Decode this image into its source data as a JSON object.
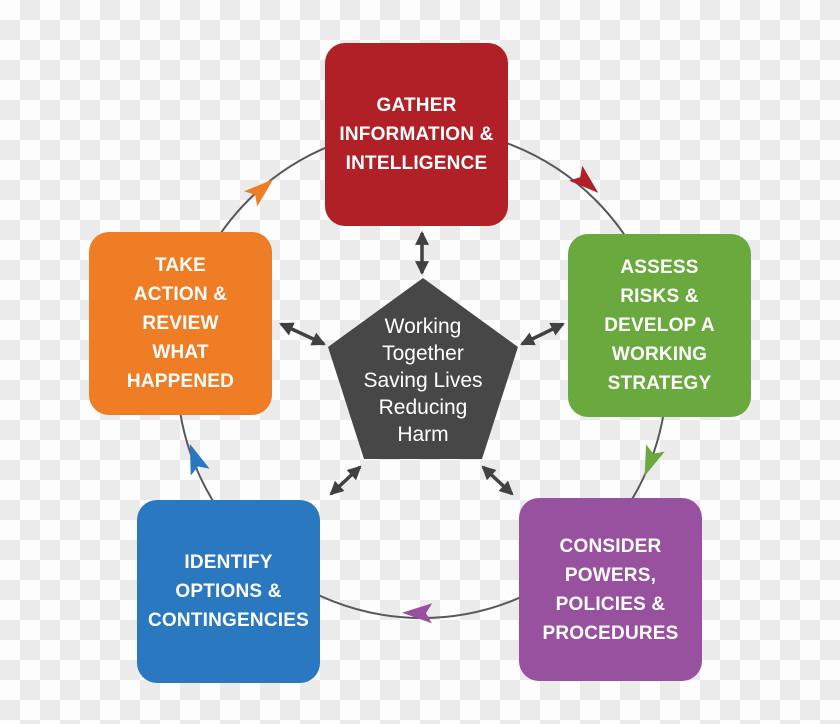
{
  "pentagon": {
    "lines": [
      "Working",
      "Together",
      "Saving Lives",
      "Reducing",
      "Harm"
    ],
    "color": "#474747"
  },
  "steps": [
    {
      "name": "gather-information-intelligence",
      "lines": [
        "GATHER",
        "INFORMATION &",
        "INTELLIGENCE"
      ],
      "color": "#b02026"
    },
    {
      "name": "assess-risks-develop-working-strategy",
      "lines": [
        "ASSESS",
        "RISKS &",
        "DEVELOP A",
        "WORKING",
        "STRATEGY"
      ],
      "color": "#6aa93d"
    },
    {
      "name": "consider-powers-policies-procedures",
      "lines": [
        "CONSIDER",
        "POWERS,",
        "POLICIES &",
        "PROCEDURES"
      ],
      "color": "#98519f"
    },
    {
      "name": "identify-options-contingencies",
      "lines": [
        "IDENTIFY",
        "OPTIONS &",
        "CONTINGENCIES"
      ],
      "color": "#2a78bf"
    },
    {
      "name": "take-action-review-what-happened",
      "lines": [
        "TAKE",
        "ACTION &",
        "REVIEW",
        "WHAT",
        "HAPPENED"
      ],
      "color": "#ee7d25"
    }
  ],
  "colors": {
    "circle_stroke": "#57585a",
    "connector": "#414042",
    "checker_light": "#fdfdfd",
    "checker_dark": "#ebebeb"
  }
}
